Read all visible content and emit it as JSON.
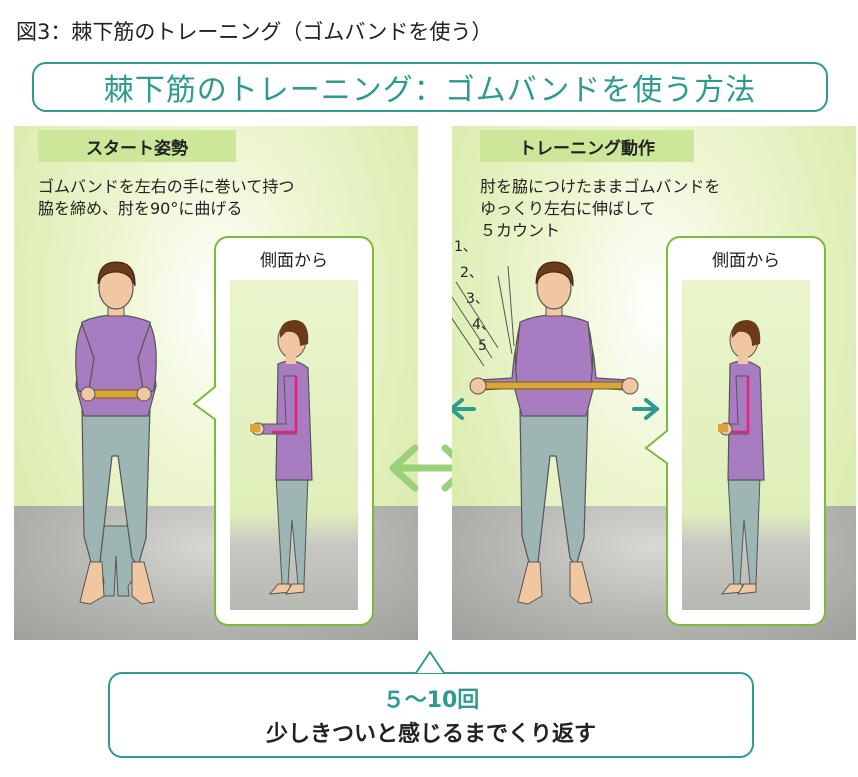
{
  "figure_label": "図3：棘下筋のトレーニング（ゴムバンドを使う）",
  "main_title": "棘下筋のトレーニング：ゴムバンドを使う方法",
  "panels": {
    "start": {
      "tag": "スタート姿勢",
      "desc": [
        "ゴムバンドを左右の手に巻いて持つ",
        "脇を締め、肘を90°に曲げる"
      ],
      "side_caption": "側面から"
    },
    "motion": {
      "tag": "トレーニング動作",
      "desc": [
        "肘を脇につけたままゴムバンドを",
        "ゆっくり左右に伸ばして",
        "５カウント"
      ],
      "side_caption": "側面から",
      "counts": [
        "1、",
        "2、",
        "3、",
        "4、",
        "5"
      ]
    }
  },
  "summary": {
    "reps": "５～10回",
    "note": "少しきついと感じるまでくり返す"
  },
  "colors": {
    "teal": "#2f9a8e",
    "green_border": "#7cbb3a",
    "tag_green": "#cce79a",
    "shirt": "#a77cc0",
    "pants": "#9db5b3",
    "band": "#d8a63a",
    "elbow_marker": "#e0267a",
    "double_arrow": "#9bd07a"
  },
  "icons": [
    "double-arrow-icon",
    "arrow-left-icon",
    "arrow-right-icon"
  ]
}
